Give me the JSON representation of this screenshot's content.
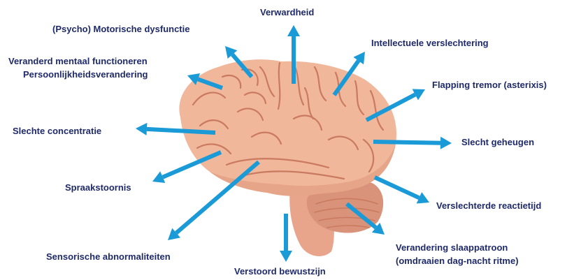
{
  "colors": {
    "label_text": "#1f2a6b",
    "arrow": "#1a9ad6",
    "brain_fill": "#f1b79b",
    "brain_shadow": "#d98f72",
    "brain_fold": "#c97a60",
    "cerebellum": "#d9937a",
    "brainstem": "#e8a58c"
  },
  "illustration": {
    "icon": "brain-illustration"
  },
  "labels": {
    "verwardheid": "Verwardheid",
    "psycho_motorisch": "(Psycho) Motorische dysfunctie",
    "intellectuele": "Intellectuele verslechtering",
    "mentaal_line1": "Veranderd mentaal functioneren",
    "mentaal_line2": "Persoonlijkheidsverandering",
    "flapping": "Flapping tremor (asterixis)",
    "concentratie": "Slechte concentratie",
    "geheugen": "Slecht geheugen",
    "spraak": "Spraakstoornis",
    "reactietijd": "Verslechterde reactietijd",
    "sensorisch": "Sensorische abnormaliteiten",
    "slaap_line1": "Verandering slaappatroon",
    "slaap_line2": "(omdraaien dag-nacht ritme)",
    "bewustzijn": "Verstoord bewustzijn"
  }
}
